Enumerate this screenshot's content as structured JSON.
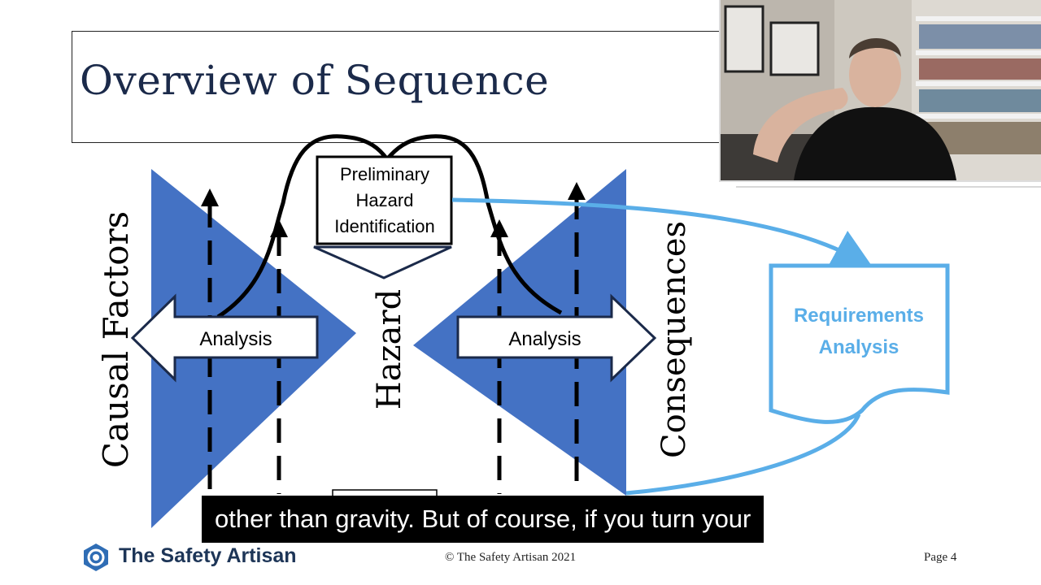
{
  "slide": {
    "title": "Overview of Sequence",
    "labels": {
      "causal_factors": "Causal Factors",
      "hazard": "Hazard",
      "consequences": "Consequences",
      "analysis_left": "Analysis",
      "analysis_right": "Analysis",
      "phi_line1": "Preliminary",
      "phi_line2": "Hazard",
      "phi_line3": "Identification",
      "req_line1": "Requirements",
      "req_line2": "Analysis"
    },
    "footer": {
      "brand": "The Safety Artisan",
      "copyright": "© The Safety Artisan 2021",
      "page": "Page 4"
    }
  },
  "caption": {
    "text": "other than gravity. But of course, if you turn your"
  },
  "colors": {
    "title": "#1b2a4a",
    "bowtie_blue": "#4472c4",
    "requirements_blue": "#5aaee8",
    "brand": "#1d3557"
  },
  "icons": {
    "logo": "gear-logo-icon",
    "arrow_up": "arrow-up-icon",
    "arrow_left": "block-arrow-left-icon",
    "arrow_right": "block-arrow-right-icon",
    "arrow_down": "block-arrow-down-icon"
  }
}
